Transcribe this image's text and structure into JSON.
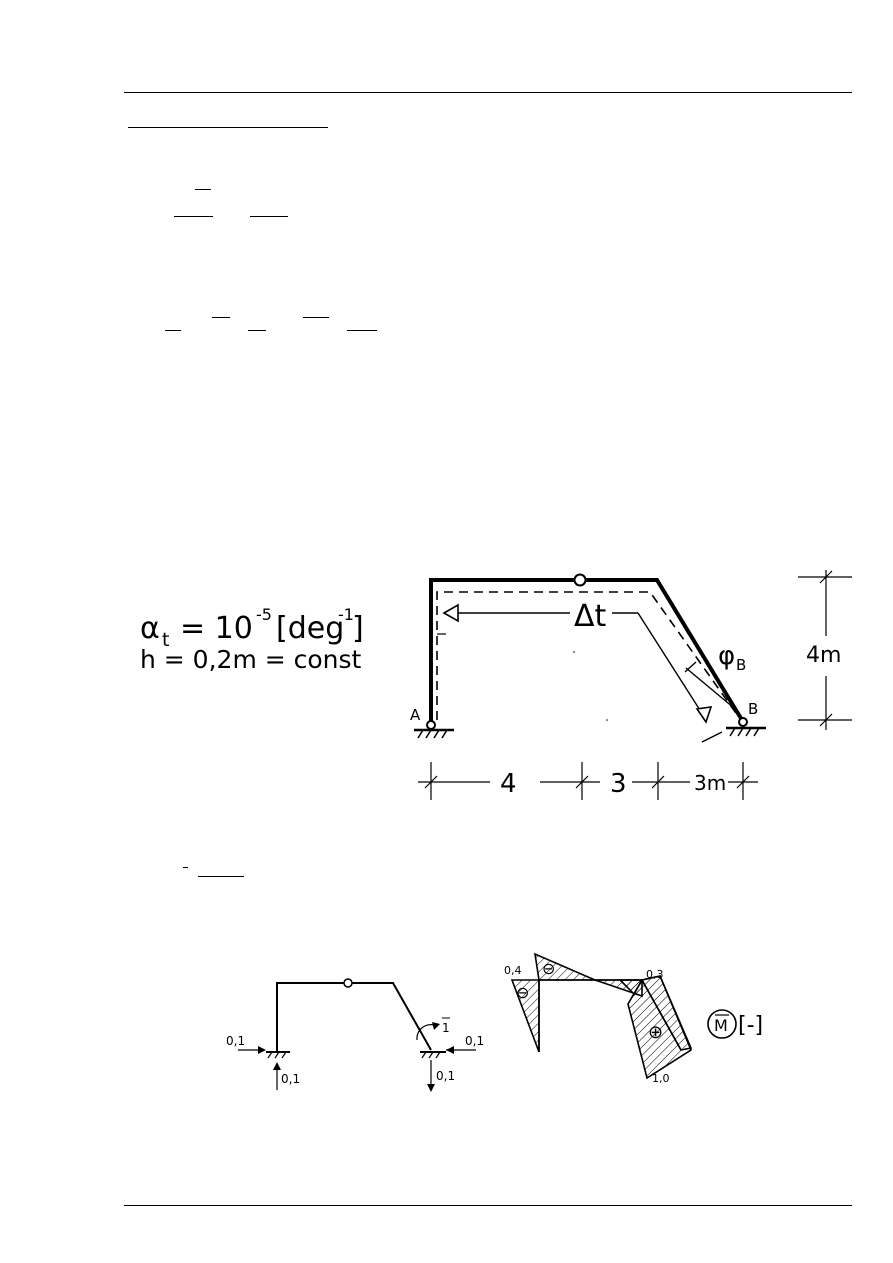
{
  "given": {
    "alpha_symbol": "α",
    "alpha_sub": "t",
    "alpha_eq": "= 10",
    "alpha_exp": "-5",
    "alpha_unit_open": "[deg",
    "alpha_unit_exp": "-1",
    "alpha_unit_close": "]",
    "h_line": "h = 0,2m = const"
  },
  "frame": {
    "delta_t": "Δt",
    "phi_symbol": "φ",
    "phi_sub": "B",
    "support_a": "A",
    "support_b": "B",
    "height_label": "4m",
    "dim_1": "4",
    "dim_2": "3",
    "dim_3": "3m"
  },
  "unit_load": {
    "h_left": "0,1",
    "v_left": "0,1",
    "moment": "1",
    "h_right": "0,1",
    "v_right": "0,1"
  },
  "moment_diagram": {
    "val_left": "0,4",
    "val_right_top": "0,3",
    "val_bottom": "1,0",
    "sign_minus": "⊖",
    "sign_plus": "⊕",
    "label": "M",
    "unit": "[-]"
  }
}
